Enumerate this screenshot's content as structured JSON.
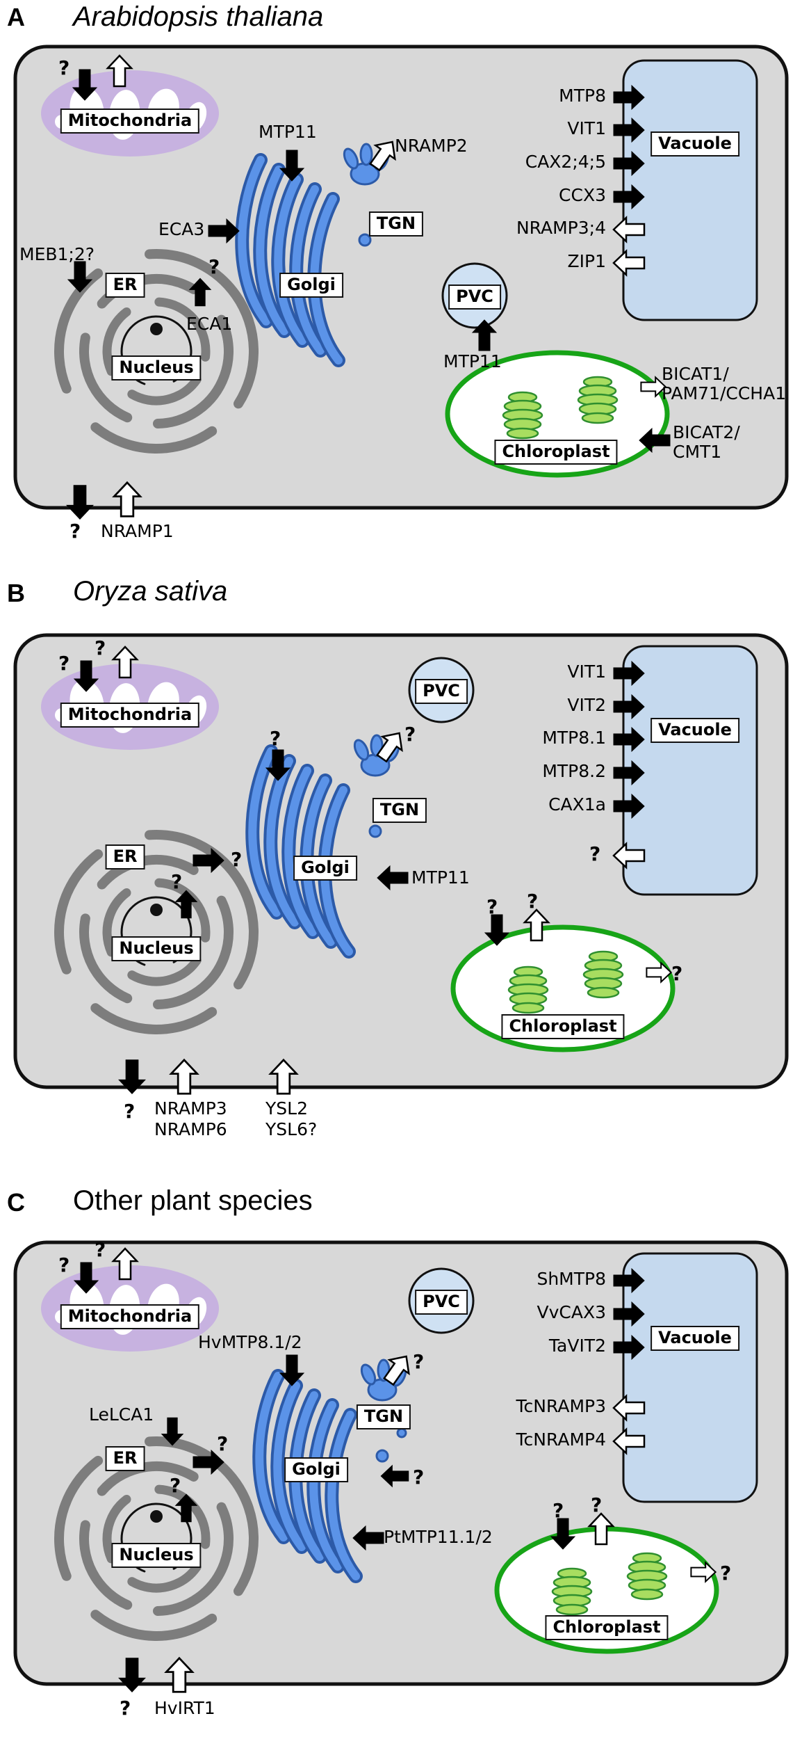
{
  "colors": {
    "cytoplasm": "#d8d8d8",
    "membrane": "#111111",
    "mitochondria": "#c7b2e0",
    "vacuole_fill": "#c5d9ee",
    "pvc_fill": "#cfe1f3",
    "golgi_blue": "#5b93e8",
    "chloroplast_green": "#17a417",
    "thylakoid": "#a8dd60"
  },
  "panels": {
    "a": {
      "letter": "A",
      "title": "Arabidopsis thaliana",
      "organelles": {
        "mitochondria": "Mitochondria",
        "er": "ER",
        "nucleus": "Nucleus",
        "golgi": "Golgi",
        "tgn": "TGN",
        "pvc": "PVC",
        "vacuole": "Vacuole",
        "chloroplast": "Chloroplast"
      },
      "labels": {
        "mito_q": "?",
        "mtp11_golgi": "MTP11",
        "nramp2": "NRAMP2",
        "eca3": "ECA3",
        "meb": "MEB1;2?",
        "er_q": "?",
        "eca1": "ECA1",
        "mtp11_pvc": "MTP11",
        "bicat1a": "BICAT1/",
        "bicat1b": "PAM71/CCHA1",
        "bicat2a": "BICAT2/",
        "bicat2b": "CMT1",
        "pm_q": "?",
        "nramp1": "NRAMP1"
      },
      "vacuole_in": [
        "MTP8",
        "VIT1",
        "CAX2;4;5",
        "CCX3"
      ],
      "vacuole_out": [
        "NRAMP3;4",
        "ZIP1"
      ]
    },
    "b": {
      "letter": "B",
      "title": "Oryza sativa",
      "organelles": {
        "mitochondria": "Mitochondria",
        "er": "ER",
        "nucleus": "Nucleus",
        "golgi": "Golgi",
        "tgn": "TGN",
        "pvc": "PVC",
        "vacuole": "Vacuole",
        "chloroplast": "Chloroplast"
      },
      "labels": {
        "mito_q1": "?",
        "mito_q2": "?",
        "cis_q": "?",
        "tgn_q": "?",
        "mtp11": "MTP11",
        "er_q": "?",
        "nuc_q": "?",
        "vac_q": "?",
        "chl_q_in": "?",
        "chl_q_out": "?",
        "chl_q_side": "?",
        "pm_q": "?",
        "nramp3": "NRAMP3",
        "nramp6": "NRAMP6",
        "ysl2": "YSL2",
        "ysl6": "YSL6?"
      },
      "vacuole_in": [
        "VIT1",
        "VIT2",
        "MTP8.1",
        "MTP8.2",
        "CAX1a"
      ],
      "vacuole_out": []
    },
    "c": {
      "letter": "C",
      "title": "Other plant species",
      "organelles": {
        "mitochondria": "Mitochondria",
        "er": "ER",
        "nucleus": "Nucleus",
        "golgi": "Golgi",
        "tgn": "TGN",
        "pvc": "PVC",
        "vacuole": "Vacuole",
        "chloroplast": "Chloroplast"
      },
      "labels": {
        "mito_q1": "?",
        "mito_q2": "?",
        "hvmtp": "HvMTP8.1/2",
        "tgn_q": "?",
        "lelca1": "LeLCA1",
        "er_q": "?",
        "trans_q": "?",
        "nuc_q": "?",
        "ptmtp": "PtMTP11.1/2",
        "chl_q_in": "?",
        "chl_q_out": "?",
        "chl_q_side": "?",
        "pm_q": "?",
        "hvirt1": "HvIRT1"
      },
      "vacuole_in": [
        "ShMTP8",
        "VvCAX3",
        "TaVIT2"
      ],
      "vacuole_out": [
        "TcNRAMP3",
        "TcNRAMP4"
      ]
    }
  }
}
